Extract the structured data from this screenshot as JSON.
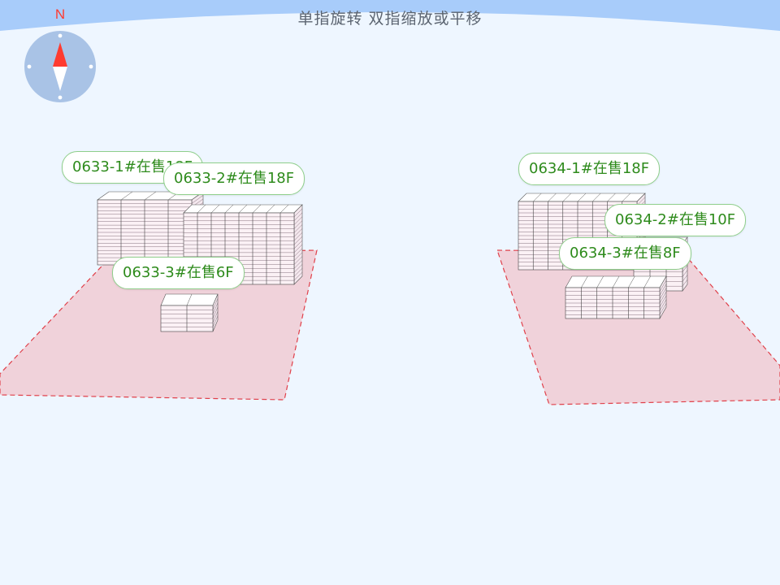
{
  "hint_text": "单指旋转 双指缩放或平移",
  "compass": {
    "north_label": "N",
    "icon": "compass-icon"
  },
  "colors": {
    "background": "#eef6ff",
    "sky": "#a8ccfa",
    "plot_fill": "#f0d2da",
    "plot_border": "#e0404a",
    "label_text": "#2e8b1c",
    "label_border": "#8fcf8b",
    "compass_north": "#ff3b30",
    "compass_dial": "#a9c3e6"
  },
  "plots": [
    {
      "id": "0633",
      "buildings": [
        {
          "label": "0633-1#在售18F"
        },
        {
          "label": "0633-2#在售18F"
        },
        {
          "label": "0633-3#在售6F"
        }
      ]
    },
    {
      "id": "0634",
      "buildings": [
        {
          "label": "0634-1#在售18F"
        },
        {
          "label": "0634-2#在售10F"
        },
        {
          "label": "0634-3#在售8F"
        }
      ]
    }
  ]
}
